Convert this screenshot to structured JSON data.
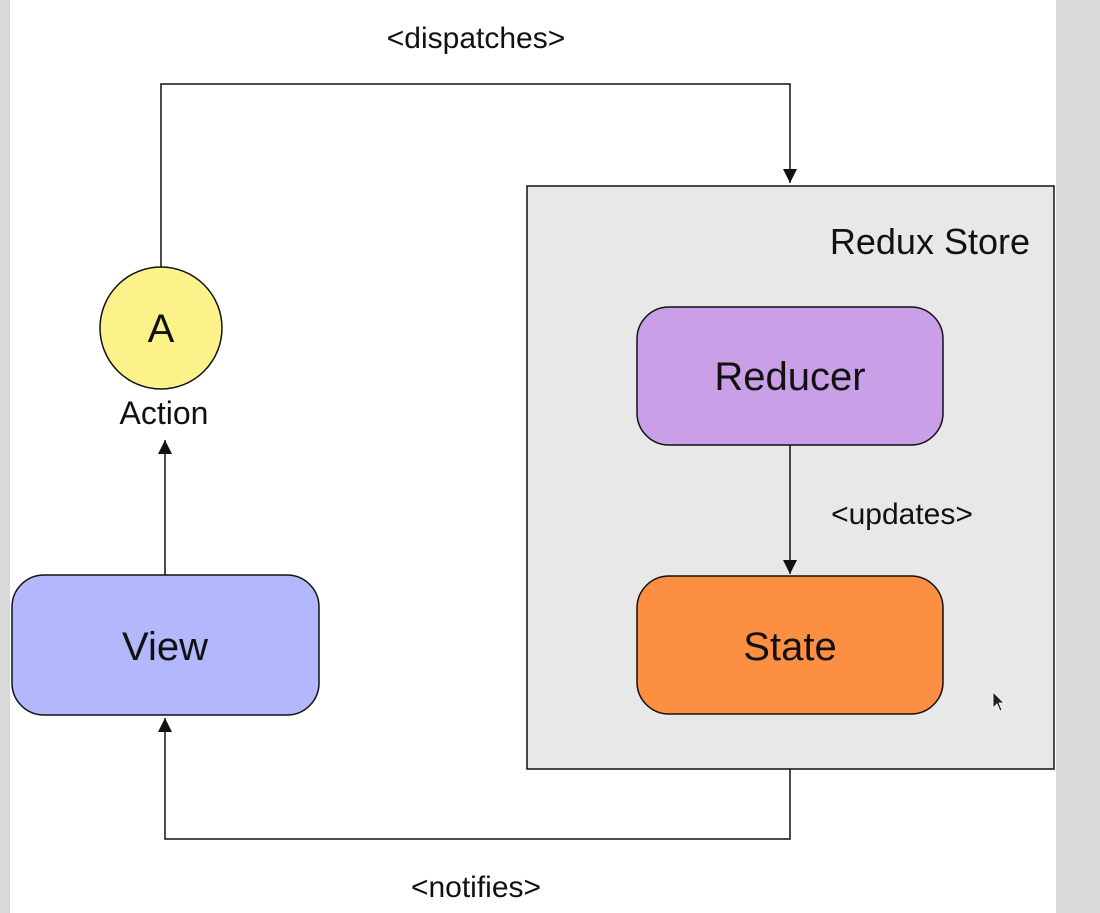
{
  "diagram": {
    "edge_labels": {
      "dispatches": "<dispatches>",
      "updates": "<updates>",
      "notifies": "<notifies>"
    },
    "store": {
      "title": "Redux Store",
      "color": "#e8e8e8"
    },
    "nodes": {
      "action_glyph": "A",
      "action_label": "Action",
      "view": "View",
      "reducer": "Reducer",
      "state": "State"
    },
    "colors": {
      "action": "#fbf38a",
      "view": "#b3b8fc",
      "reducer": "#c99fe8",
      "state": "#fd8f43",
      "stroke": "#111111"
    }
  }
}
